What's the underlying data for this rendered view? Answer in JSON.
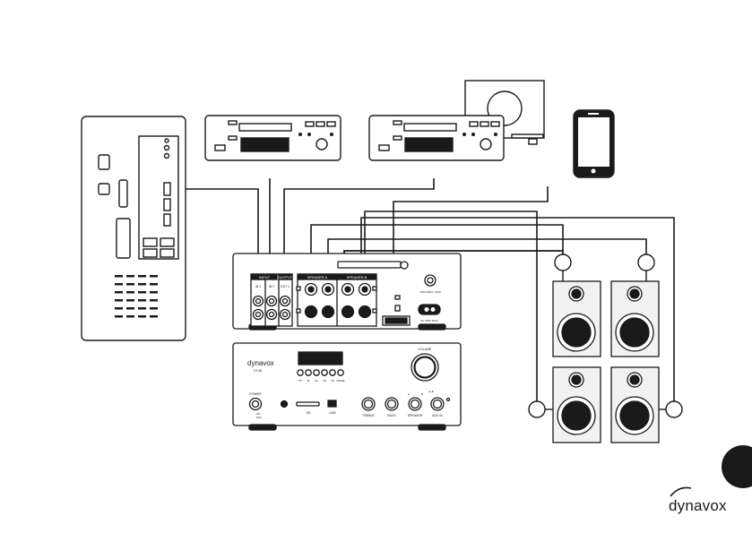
{
  "amplifier_rear": {
    "group_labels": [
      "INPUT",
      "OUTPUT",
      "SPEAKER A",
      "SPEAKER B"
    ],
    "jack_labels": [
      "IN 1",
      "IN 2",
      "OUT 1"
    ],
    "power_rating": "220V-50Hz / 20W",
    "mains_label": "AC 230V 50Hz"
  },
  "amplifier_front": {
    "brand": "dynavox",
    "model": "VT-80",
    "labels": {
      "volume": "VOLUME",
      "power": "POWER",
      "on": "ON",
      "off": "OFF",
      "sd": "SD",
      "usb": "USB",
      "treble": "TREBLE",
      "bass": "BASS",
      "speaker": "SPEAKER",
      "aux_in": "AUX IN",
      "speaker_a": "A",
      "speaker_b": "B",
      "speaker_ab": "A+B"
    },
    "transport_buttons": [
      "⏮",
      "⏯",
      "⏭",
      "CH",
      "Vol",
      "MODE"
    ]
  },
  "logo": "dynavox",
  "colors": {
    "line": "#1a1a1a",
    "device_fill": "#ffffff",
    "speaker_fill": "#f2f2f2",
    "page_tab": "#1a1a1a"
  }
}
